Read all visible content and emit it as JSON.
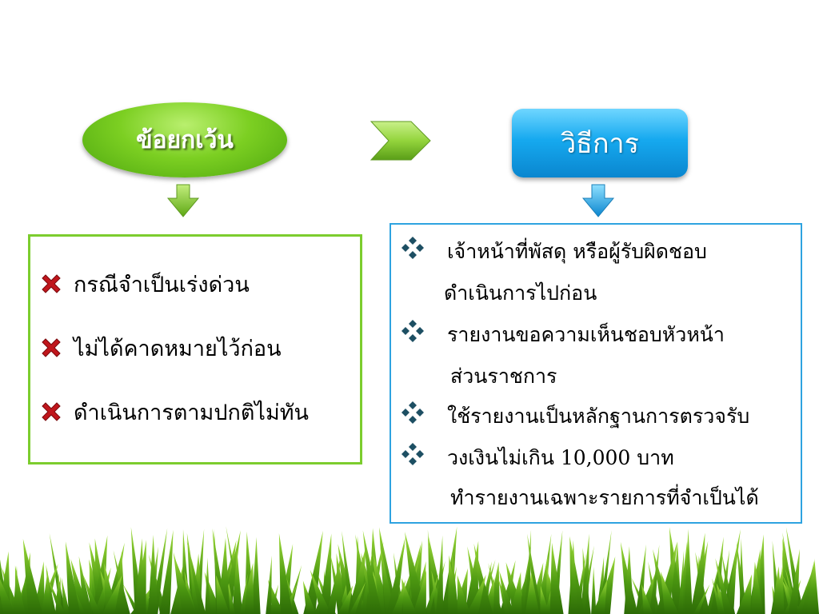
{
  "exception_header": {
    "label": "ข้อยกเว้น"
  },
  "method_header": {
    "label": "วิธีการ"
  },
  "exceptions": [
    {
      "label": "กรณีจำเป็นเร่งด่วน"
    },
    {
      "label": "ไม่ได้คาดหมายไว้ก่อน"
    },
    {
      "label": "ดำเนินการตามปกติไม่ทัน"
    }
  ],
  "methods": [
    {
      "line1": "เจ้าหน้าที่พัสดุ หรือผู้รับผิดชอบ",
      "line2": "ดำเนินการไปก่อน"
    },
    {
      "line1": "รายงานขอความเห็นชอบหัวหน้า",
      "line2": "ส่วนราชการ"
    },
    {
      "line1": "ใช้รายงานเป็นหลักฐานการตรวจรับ",
      "line2": ""
    },
    {
      "line1": "วงเงินไม่เกิน 10,000 บาท",
      "line2": "ทำรายงานเฉพาะรายการที่จำเป็นได้"
    }
  ],
  "colors": {
    "green_accent": "#7ccd2e",
    "blue_accent": "#2ea3e0",
    "x_icon": "#c0161c",
    "diamond_icon": "#1d4f63"
  },
  "icons": {
    "exception_bullet": "x-mark-icon",
    "method_bullet": "diamond-bullet-icon",
    "flow": "chevron-right-icon"
  }
}
